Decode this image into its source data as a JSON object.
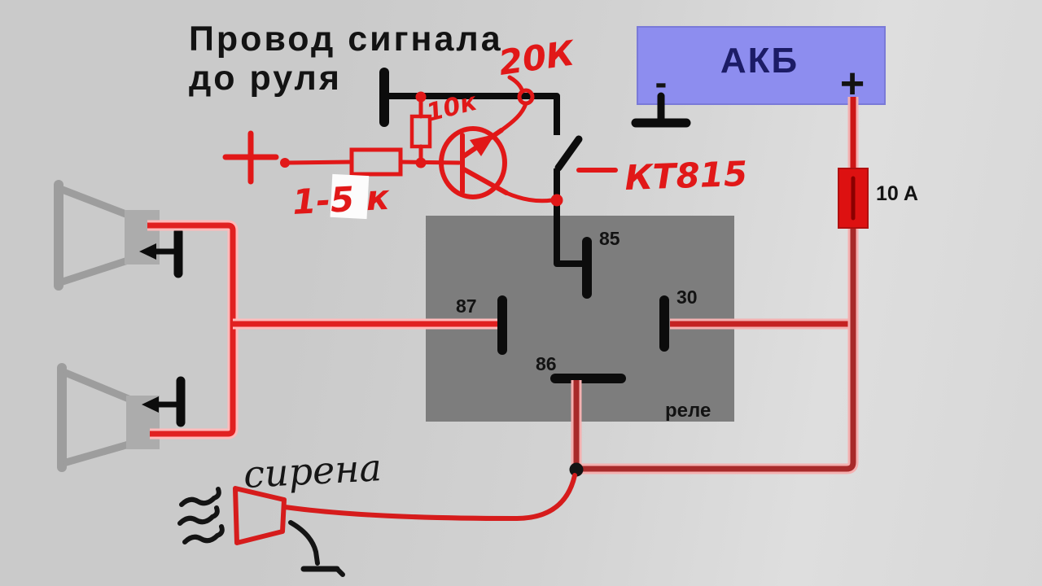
{
  "title": {
    "line1": "Провод сигнала",
    "line2": "до руля"
  },
  "battery": {
    "label": "АКБ",
    "plus_symbol": "+",
    "minus_symbol": "-"
  },
  "fuse": {
    "rating": "10 A"
  },
  "relay": {
    "label": "реле",
    "pin_85": "85",
    "pin_87": "87",
    "pin_30": "30",
    "pin_86": "86"
  },
  "annotations": {
    "pullup_resistor": "20К",
    "base_top_resistor": "10к",
    "base_resistor_range": "1-5 к",
    "transistor_type": "КТ815",
    "siren": "сирена"
  },
  "colors": {
    "hand_red": "#e11818",
    "wire_red": "#c42222",
    "dark_wire_red": "#a12a2a",
    "relay_gray": "#7d7d7d",
    "battery_blue": "#8d8def",
    "background": "#d2d2d2"
  }
}
